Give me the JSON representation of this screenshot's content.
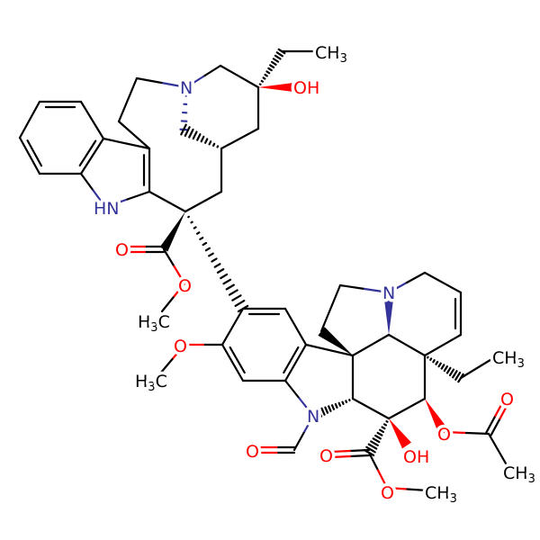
{
  "molecule": {
    "colors": {
      "carbon": "#000000",
      "nitrogen": "#33339a",
      "oxygen": "#ff0000"
    },
    "labels": {
      "ch3_top": {
        "main": "CH",
        "sub": "3"
      },
      "oh_top": "OH",
      "n_top": "N",
      "nh_indole": "HN",
      "o_carbonyl_1": "O",
      "o_ester_1": "O",
      "h3c_ester_1": {
        "main": "H",
        "sub": "3",
        "tail": "C"
      },
      "o_methoxy": "O",
      "h3c_methoxy": {
        "main": "H",
        "sub": "3",
        "tail": "C"
      },
      "n_ring": "N",
      "ch3_ethyl": {
        "main": "CH",
        "sub": "3"
      },
      "n_indoline": "N",
      "o_formyl": "O",
      "o_carbonyl_2": "O",
      "oh_bottom": "OH",
      "o_acetoxy": "O",
      "o_acetyl": "O",
      "ch3_acetyl": {
        "main": "CH",
        "sub": "3"
      },
      "o_ester_2": "O",
      "ch3_ester_2": {
        "main": "CH",
        "sub": "3"
      }
    }
  }
}
